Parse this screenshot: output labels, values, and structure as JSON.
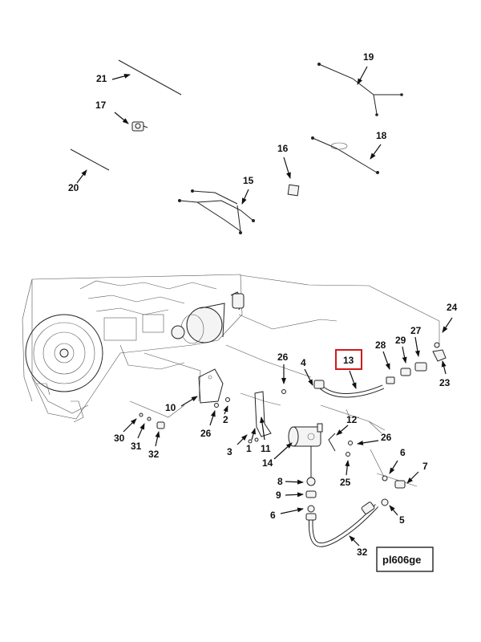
{
  "figure_id": "pl606ge",
  "highlighted_part": "13",
  "callouts": [
    "21",
    "17",
    "20",
    "19",
    "18",
    "16",
    "15",
    "24",
    "28",
    "29",
    "27",
    "13",
    "26",
    "4",
    "23",
    "10",
    "2",
    "26",
    "30",
    "31",
    "32",
    "12",
    "26",
    "3",
    "1",
    "11",
    "14",
    "6",
    "7",
    "25",
    "8",
    "9",
    "6",
    "5",
    "32"
  ],
  "colors": {
    "highlight": "#d11a1a",
    "line": "#222222",
    "label": "#111111"
  }
}
